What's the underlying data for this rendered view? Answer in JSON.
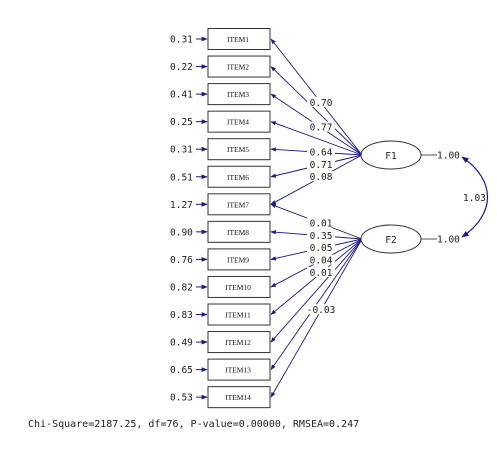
{
  "items": [
    {
      "label": "ITEM1",
      "error": "0.31"
    },
    {
      "label": "ITEM2",
      "error": "0.22"
    },
    {
      "label": "ITEM3",
      "error": "0.41"
    },
    {
      "label": "ITEM4",
      "error": "0.25"
    },
    {
      "label": "ITEM5",
      "error": "0.31"
    },
    {
      "label": "ITEM6",
      "error": "0.51"
    },
    {
      "label": "ITEM7",
      "error": "1.27"
    },
    {
      "label": "ITEM8",
      "error": "0.90"
    },
    {
      "label": "ITEM9",
      "error": "0.76"
    },
    {
      "label": "ITEM10",
      "error": "0.82"
    },
    {
      "label": "ITEM11",
      "error": "0.83"
    },
    {
      "label": "ITEM12",
      "error": "0.49"
    },
    {
      "label": "ITEM13",
      "error": "0.65"
    },
    {
      "label": "ITEM14",
      "error": "0.53"
    }
  ],
  "factors": [
    {
      "label": "F1",
      "variance": "1.00"
    },
    {
      "label": "F2",
      "variance": "1.00"
    }
  ],
  "covariance": "1.03",
  "loadings": [
    {
      "factor": 0,
      "item": 0,
      "value": "0.70"
    },
    {
      "factor": 0,
      "item": 2,
      "value": "0.77"
    },
    {
      "factor": 0,
      "item": 4,
      "value": "0.64"
    },
    {
      "factor": 0,
      "item": 5,
      "value": "0.71"
    },
    {
      "factor": 0,
      "item": 6,
      "value": "0.08"
    },
    {
      "factor": 0,
      "item": 1,
      "value": ""
    },
    {
      "factor": 0,
      "item": 3,
      "value": ""
    },
    {
      "factor": 1,
      "item": 6,
      "value": "0.01"
    },
    {
      "factor": 1,
      "item": 7,
      "value": "0.35"
    },
    {
      "factor": 1,
      "item": 8,
      "value": "0.05"
    },
    {
      "factor": 1,
      "item": 9,
      "value": "0.04"
    },
    {
      "factor": 1,
      "item": 10,
      "value": "0.01"
    },
    {
      "factor": 1,
      "item": 13,
      "value": "-0.03"
    },
    {
      "factor": 1,
      "item": 11,
      "value": ""
    },
    {
      "factor": 1,
      "item": 12,
      "value": ""
    }
  ],
  "fit_statistics": "Chi-Square=2187.25, df=76, P-value=0.00000, RMSEA=0.247"
}
